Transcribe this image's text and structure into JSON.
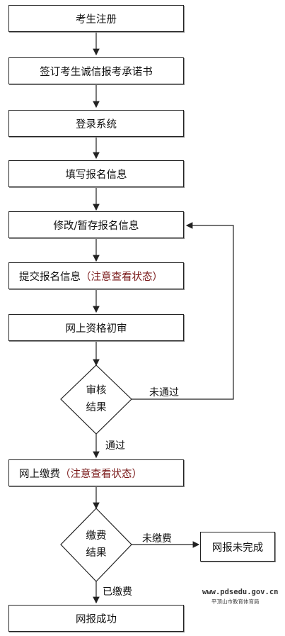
{
  "flow": {
    "steps": [
      {
        "text": "考生注册"
      },
      {
        "text": "签订考生诚信报考承诺书"
      },
      {
        "text": "登录系统"
      },
      {
        "text": "填写报名信息"
      },
      {
        "text": "修改/暂存报名信息"
      },
      {
        "text": "提交报名信息",
        "note": "（注意查看状态）"
      },
      {
        "text": "网上资格初审"
      },
      {
        "text": "网上缴费",
        "note": "（注意查看状态）"
      },
      {
        "text": "网报成功"
      }
    ],
    "decisions": [
      {
        "line1": "审核",
        "line2": "结果"
      },
      {
        "line1": "缴费",
        "line2": "结果"
      }
    ],
    "edges": {
      "review_fail": "未通过",
      "review_pass": "通过",
      "pay_fail": "未缴费",
      "pay_pass": "已缴费"
    },
    "incomplete": "网报未完成"
  },
  "watermark": {
    "url": "www.pdsedu.gov.cn",
    "org": "平顶山市教育体育局"
  }
}
